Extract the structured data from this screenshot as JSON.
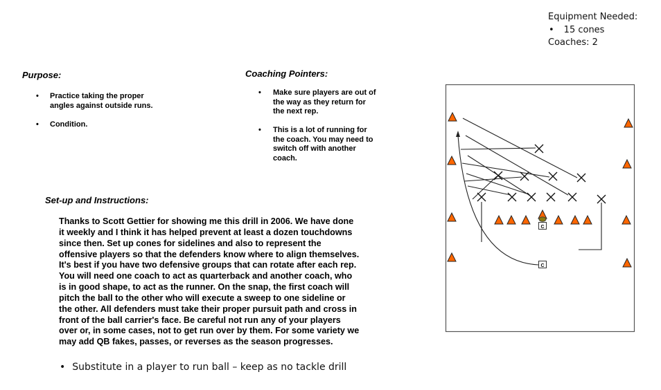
{
  "equipment": {
    "heading": "Equipment Needed:",
    "items": [
      "15 cones"
    ],
    "coaches": "Coaches: 2"
  },
  "purpose": {
    "heading": "Purpose:",
    "items": [
      [
        "Practice taking the proper",
        "angles against outside runs."
      ],
      [
        "Condition."
      ]
    ]
  },
  "coaching_pointers": {
    "heading": "Coaching Pointers:",
    "items": [
      [
        "Make sure players are out of",
        "the way as they return for",
        "the next rep."
      ],
      [
        "This is a lot of running for",
        "the coach. You may need to",
        "switch off with another",
        "coach."
      ]
    ]
  },
  "setup": {
    "heading": "Set-up and Instructions:",
    "lines": [
      "Thanks to Scott Gettier for showing me this drill in 2006. We have done",
      "it weekly and I think it has helped prevent at least a dozen touchdowns",
      "since then. Set up cones for sidelines and also to represent the",
      "offensive players so that the defenders know where to align themselves.",
      "It's best if you have two defensive groups that can rotate after each rep.",
      "You will need one coach to act as quarterback and another coach, who",
      "is in good shape, to act as the runner. On the snap, the first coach will",
      "pitch the ball to the other who will execute a sweep to one sideline or",
      "the other. All defenders must take their proper pursuit path and cross in",
      "front of the ball carrier's face. Be careful not run any of your players",
      "over or, in some cases, not to get run over by them. For some variety we",
      "may add QB fakes, passes, or reverses as the season progresses."
    ]
  },
  "note": "Substitute in a player to run ball – keep as no tackle drill",
  "bullet": "•",
  "diagram": {
    "coach_label": "C",
    "cone_color": "#ff6600",
    "ball_color": "#8a7a10"
  }
}
